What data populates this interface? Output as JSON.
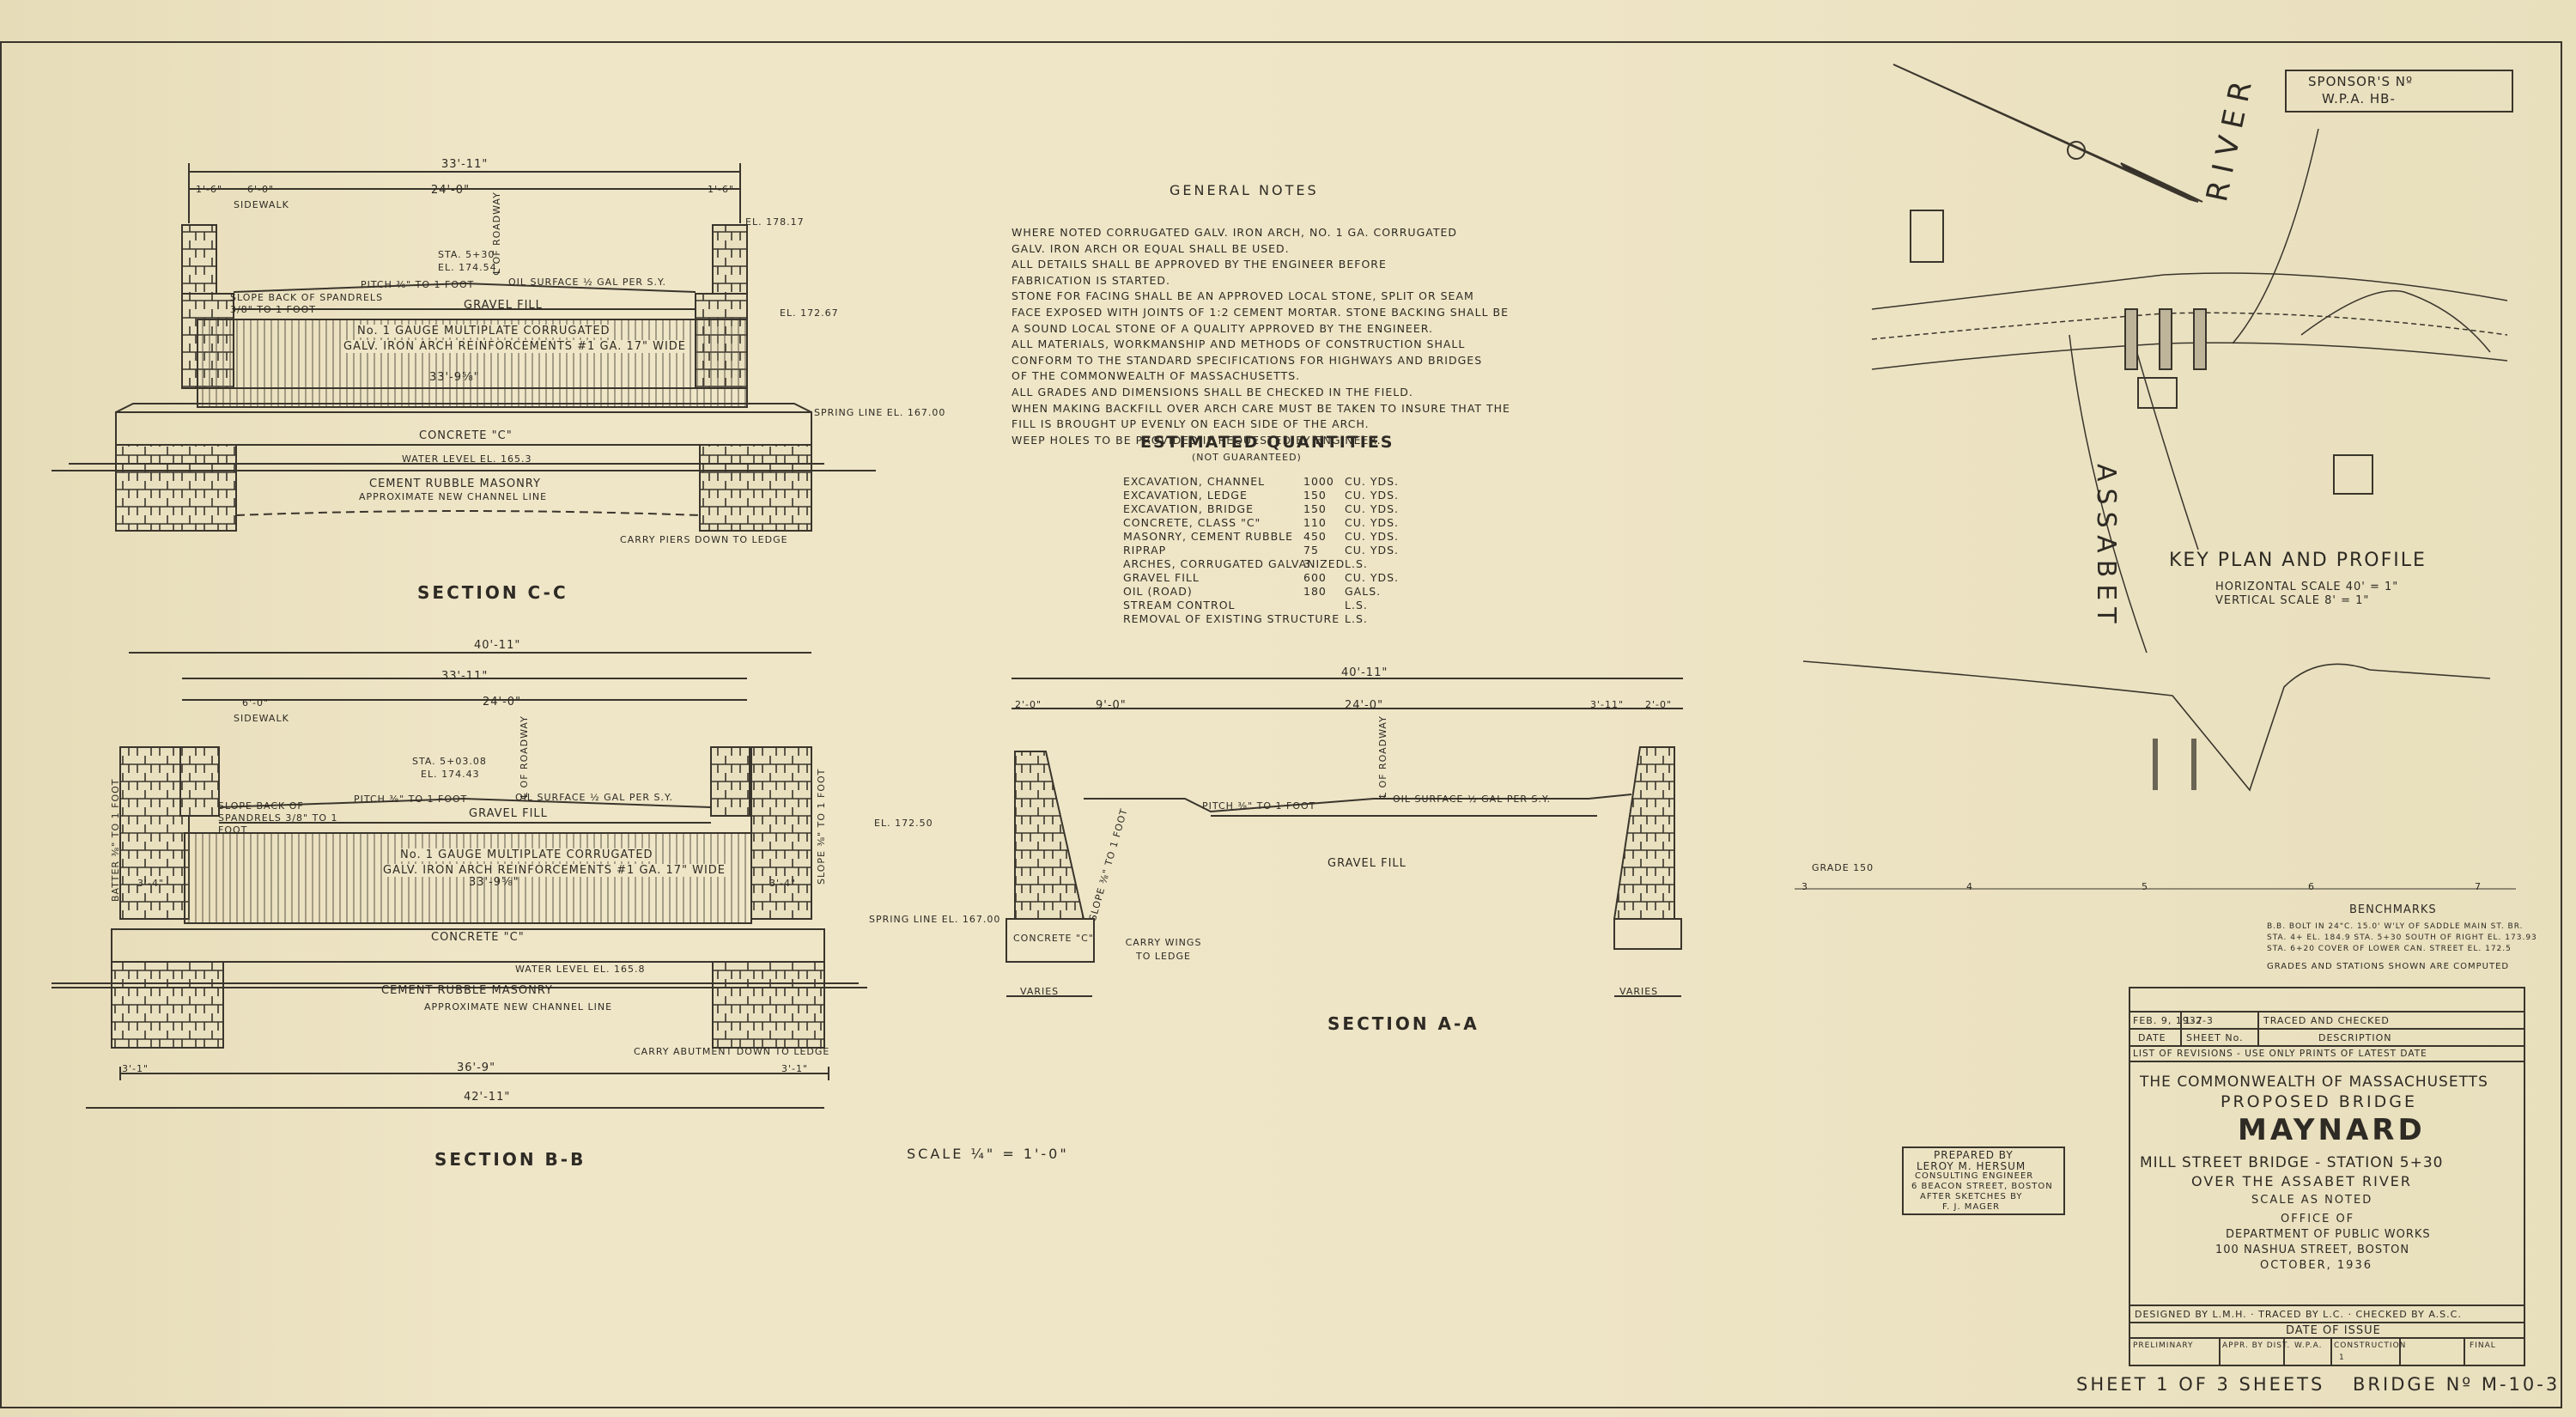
{
  "sponsor": {
    "line1": "SPONSOR'S Nº",
    "line2": "W.P.A. HB-"
  },
  "section_cc": {
    "title": "SECTION C-C",
    "dim_overall": "33'-11\"",
    "dim_roadway": "24'-0\"",
    "dim_sidewalk": "6'-0\"",
    "dim_left_small": "1'-6\"",
    "dim_right_small": "1'-6\"",
    "sidewalk": "SIDEWALK",
    "el_top": "EL. 178.17",
    "sta": "STA. 5+30",
    "el_sta": "EL. 174.54",
    "roadway_center": "℄ OF ROADWAY",
    "pitch": "PITCH ⅜\" TO 1 FOOT",
    "oil_surface": "OIL SURFACE ½ GAL PER S.Y.",
    "slope_back": "SLOPE BACK OF SPANDRELS 3/8\" TO 1 FOOT",
    "gravel_fill": "GRAVEL FILL",
    "el_right": "EL. 172.67",
    "arch_1": "No. 1 GAUGE MULTIPLATE CORRUGATED",
    "arch_2": "GALV. IRON ARCH REINFORCEMENTS #1 GA. 17\" WIDE",
    "span": "33'-9⅝\"",
    "spring_line": "SPRING LINE EL. 167.00",
    "concrete": "CONCRETE \"C\"",
    "water_level": "WATER LEVEL EL. 165.3",
    "rubble": "CEMENT RUBBLE MASONRY",
    "channel": "APPROXIMATE NEW CHANNEL LINE",
    "carry": "CARRY PIERS DOWN TO LEDGE"
  },
  "section_bb": {
    "title": "SECTION B-B",
    "dim_outer": "40'-11\"",
    "dim_overall": "33'-11\"",
    "dim_roadway": "24'-0\"",
    "dim_sidewalk": "6'-0\"",
    "sidewalk": "SIDEWALK",
    "sta": "STA. 5+03.08",
    "el_sta": "EL. 174.43",
    "roadway_center": "℄ OF ROADWAY",
    "pitch": "PITCH ⅜\" TO 1 FOOT",
    "oil_surface": "OIL SURFACE ½ GAL PER S.Y.",
    "slope_back": "SLOPE BACK OF SPANDRELS 3/8\" TO 1 FOOT",
    "gravel_fill": "GRAVEL FILL",
    "el_right": "EL. 172.50",
    "arch_1": "No. 1 GAUGE MULTIPLATE CORRUGATED",
    "arch_2": "GALV. IRON ARCH REINFORCEMENTS #1 GA. 17\" WIDE",
    "span": "33'-9⅝\"",
    "left_batter": "BATTER ⅜\" TO 1 FOOT",
    "right_batter": "SLOPE ⅜\" TO 1 FOOT",
    "dim_left_offset": "3'-4\"",
    "dim_right_offset": "3'-4\"",
    "spring_line": "SPRING LINE EL. 167.00",
    "concrete": "CONCRETE \"C\"",
    "water_level": "WATER LEVEL EL. 165.8",
    "rubble": "CEMENT RUBBLE MASONRY",
    "channel": "APPROXIMATE NEW CHANNEL LINE",
    "carry": "CARRY ABUTMENT DOWN TO LEDGE",
    "dim_bottom_left": "3'-1\"",
    "dim_bottom_mid": "36'-9\"",
    "dim_bottom_right": "3'-1\"",
    "dim_bottom_overall": "42'-11\""
  },
  "section_aa": {
    "title": "SECTION A-A",
    "dim_overall": "40'-11\"",
    "dim_left_small": "2'-0\"",
    "dim_left": "9'-0\"",
    "dim_mid": "24'-0\"",
    "dim_right": "3'-11\"",
    "dim_right_small": "2'-0\"",
    "roadway_center": "℄ OF ROADWAY",
    "pitch": "PITCH ⅜\" TO 1 FOOT",
    "oil_surface": "OIL SURFACE ½ GAL PER S.Y.",
    "gravel_fill": "GRAVEL FILL",
    "slope_left": "SLOPE ⅜\" TO 1 FOOT",
    "concrete": "CONCRETE \"C\"",
    "carry_wings": "CARRY WINGS TO LEDGE",
    "varies_left": "VARIES",
    "varies_right": "VARIES"
  },
  "scale_note": "SCALE  ¼\" = 1'-0\"",
  "general_notes": {
    "title": "GENERAL NOTES",
    "lines": [
      "        WHERE NOTED CORRUGATED GALV. IRON ARCH, NO. 1 GA. CORRUGATED",
      "GALV. IRON ARCH OR EQUAL SHALL BE USED.",
      "        ALL DETAILS SHALL BE APPROVED BY THE ENGINEER BEFORE",
      "FABRICATION IS STARTED.",
      "        STONE FOR FACING SHALL BE AN APPROVED LOCAL STONE, SPLIT OR SEAM",
      "FACE EXPOSED WITH JOINTS OF 1:2 CEMENT MORTAR. STONE BACKING SHALL BE",
      "A SOUND LOCAL STONE OF A QUALITY APPROVED BY THE ENGINEER.",
      "        ALL MATERIALS, WORKMANSHIP AND METHODS OF CONSTRUCTION SHALL",
      "CONFORM TO THE STANDARD SPECIFICATIONS FOR HIGHWAYS AND BRIDGES",
      "OF THE COMMONWEALTH OF MASSACHUSETTS.",
      "        ALL GRADES AND DIMENSIONS SHALL BE CHECKED IN THE FIELD.",
      "        WHEN MAKING BACKFILL OVER ARCH CARE MUST BE TAKEN TO INSURE THAT THE",
      "FILL IS BROUGHT UP EVENLY ON EACH SIDE OF THE ARCH.",
      "        WEEP HOLES TO BE PROVIDED IF REQUESTED BY ENGINEER."
    ]
  },
  "quantities": {
    "title": "ESTIMATED QUANTITIES",
    "subtitle": "(NOT GUARANTEED)",
    "rows": [
      {
        "item": "EXCAVATION, CHANNEL",
        "qty": "1000",
        "unit": "CU. YDS."
      },
      {
        "item": "EXCAVATION, LEDGE",
        "qty": "150",
        "unit": "CU. YDS."
      },
      {
        "item": "EXCAVATION, BRIDGE",
        "qty": "150",
        "unit": "CU. YDS."
      },
      {
        "item": "CONCRETE, CLASS \"C\"",
        "qty": "110",
        "unit": "CU. YDS."
      },
      {
        "item": "MASONRY, CEMENT RUBBLE",
        "qty": "450",
        "unit": "CU. YDS."
      },
      {
        "item": "RIPRAP",
        "qty": "75",
        "unit": "CU. YDS."
      },
      {
        "item": "ARCHES, CORRUGATED GALVANIZED",
        "qty": "3",
        "unit": "L.S."
      },
      {
        "item": "GRAVEL FILL",
        "qty": "600",
        "unit": "CU. YDS."
      },
      {
        "item": "OIL (ROAD)",
        "qty": "180",
        "unit": "GALS."
      },
      {
        "item": "STREAM CONTROL",
        "qty": "",
        "unit": "L.S."
      },
      {
        "item": "REMOVAL OF EXISTING STRUCTURE",
        "qty": "",
        "unit": "L.S."
      }
    ]
  },
  "key_plan": {
    "river_label": "RIVER",
    "assabet_label": "ASSABET",
    "title": "KEY PLAN AND PROFILE",
    "h_scale": "HORIZONTAL  SCALE  40' = 1\"",
    "v_scale": "VERTICAL   SCALE  8' = 1\"",
    "grade_label": "GRADE 150",
    "stations": [
      "3",
      "4",
      "5",
      "6",
      "7"
    ],
    "benchmarks_title": "BENCHMARKS",
    "bm_1": "B.B. BOLT IN 24\"C. 15.0' W'LY OF SADDLE MAIN ST. BR.",
    "bm_2": "STA. 4+ EL. 184.9   STA. 5+30 SOUTH OF RIGHT EL. 173.93",
    "bm_3": "STA. 6+20 COVER OF LOWER CAN. STREET EL. 172.5",
    "bm_note": "GRADES AND STATIONS SHOWN ARE COMPUTED"
  },
  "revisions": {
    "row1_date": "FEB. 9, 1937",
    "row1_sheet": "1-2-3",
    "row1_desc": "TRACED AND CHECKED",
    "h_date": "DATE",
    "h_sheet": "SHEET No.",
    "h_desc": "DESCRIPTION",
    "list": "LIST OF REVISIONS - USE ONLY PRINTS OF LATEST DATE"
  },
  "title_block": {
    "line1": "THE COMMONWEALTH OF MASSACHUSETTS",
    "line2": "PROPOSED BRIDGE",
    "town": "MAYNARD",
    "line3": "MILL STREET BRIDGE - STATION 5+30",
    "line4": "OVER THE ASSABET RIVER",
    "line5": "SCALE  AS  NOTED",
    "line6": "OFFICE  OF",
    "line7": "DEPARTMENT OF PUBLIC WORKS",
    "line8": "100 NASHUA STREET, BOSTON",
    "line9": "OCTOBER, 1936",
    "signatures": "DESIGNED BY L.M.H.  ·  TRACED BY L.C.  ·  CHECKED BY A.S.C.",
    "date_of_issue": "DATE OF ISSUE",
    "col1": "PRELIMINARY",
    "col2": "APPR. BY DIST.",
    "col3": "W.P.A.",
    "col4": "CONSTRUCTION",
    "col5": "FINAL",
    "col4_mark": "1"
  },
  "prepared": {
    "l1": "PREPARED BY",
    "l2": "LEROY M. HERSUM",
    "l3": "CONSULTING ENGINEER",
    "l4": "6 BEACON STREET, BOSTON",
    "l5": "AFTER SKETCHES BY",
    "l6": "F. J. MAGER"
  },
  "footer": {
    "sheet": "SHEET 1 OF 3 SHEETS",
    "bridge": "BRIDGE Nº M-10-3"
  }
}
